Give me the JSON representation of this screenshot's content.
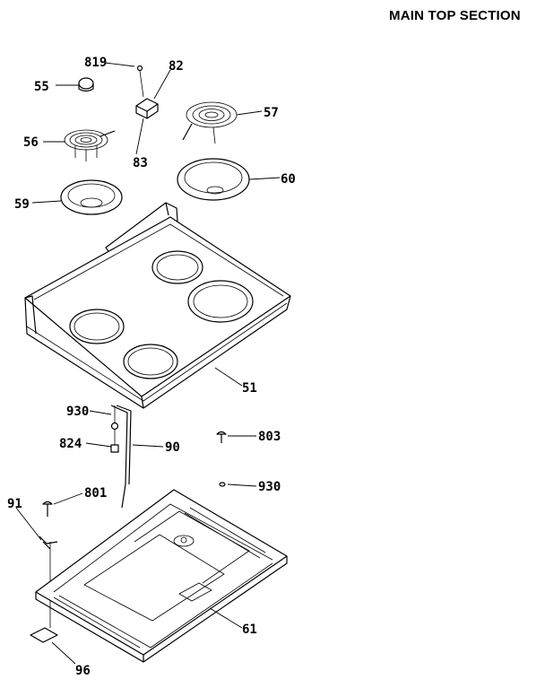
{
  "title": "MAIN TOP SECTION",
  "parts": {
    "p819": "819",
    "p82": "82",
    "p55": "55",
    "p56": "56",
    "p83": "83",
    "p57": "57",
    "p60": "60",
    "p59": "59",
    "p51": "51",
    "p930a": "930",
    "p824": "824",
    "p90": "90",
    "p803": "803",
    "p930b": "930",
    "p91": "91",
    "p801": "801",
    "p61": "61",
    "p96": "96"
  }
}
